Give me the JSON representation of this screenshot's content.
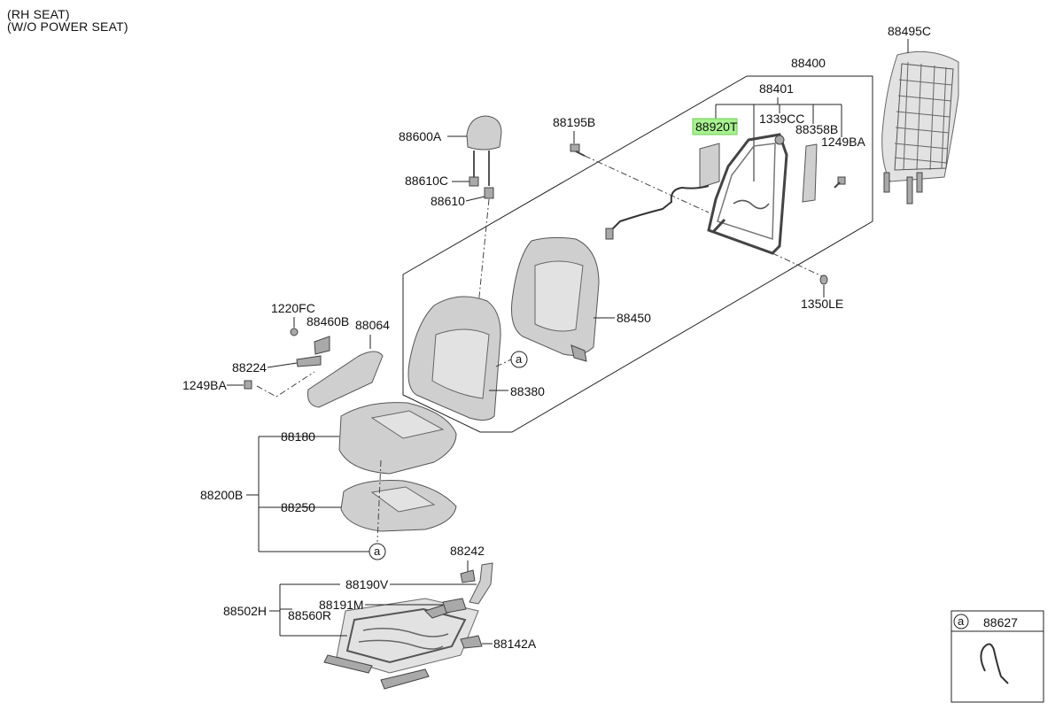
{
  "notes": [
    "(RH SEAT)",
    "(W/O POWER SEAT)"
  ],
  "labels": {
    "p88495C": "88495C",
    "p88400": "88400",
    "p88401": "88401",
    "p88195B": "88195B",
    "p88920T": "88920T",
    "p1339CC": "1339CC",
    "p88358B": "88358B",
    "p1249BA_top": "1249BA",
    "p88600A": "88600A",
    "p88610C": "88610C",
    "p88610": "88610",
    "p1350LE": "1350LE",
    "p88450": "88450",
    "p1220FC": "1220FC",
    "p88460B": "88460B",
    "p88064": "88064",
    "p88224": "88224",
    "p1249BA_left": "1249BA",
    "p88380": "88380",
    "p88180": "88180",
    "p88200B": "88200B",
    "p88250": "88250",
    "p88242": "88242",
    "p88190V": "88190V",
    "p88502H": "88502H",
    "p88191M": "88191M",
    "p88560R": "88560R",
    "p88142A": "88142A",
    "p88627": "88627"
  },
  "circle_marks": [
    "a",
    "a",
    "a"
  ],
  "highlight_color": "#a6f28e"
}
